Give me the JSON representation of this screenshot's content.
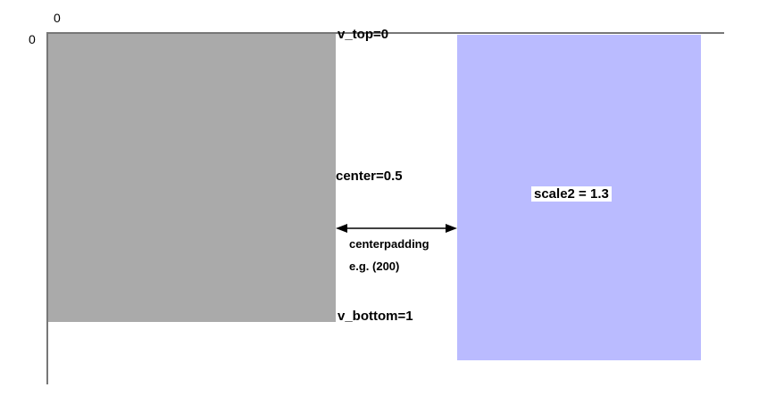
{
  "axes": {
    "x_origin_label": "0",
    "y_origin_label": "0"
  },
  "labels": {
    "v_top": "v_top=0",
    "center": "center=0.5",
    "v_bottom": "v_bottom=1",
    "centerpadding": "centerpadding",
    "centerpadding_example": "e.g. (200)",
    "scale2": "scale2 = 1.3"
  },
  "colors": {
    "first_view": "#aaaaaa",
    "second_view": "#babbff",
    "axis": "#777777"
  }
}
